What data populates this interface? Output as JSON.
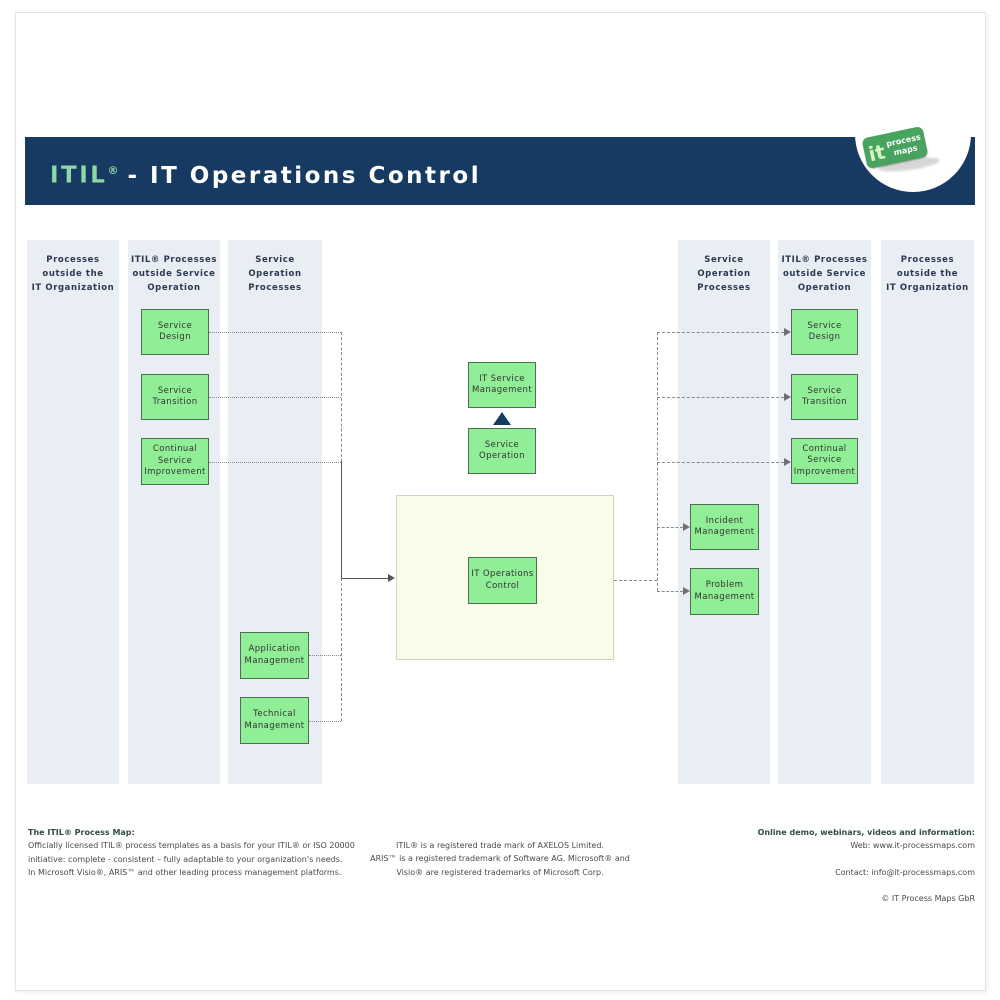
{
  "header": {
    "title_itil": "ITIL",
    "title_reg": "®",
    "title_rest": "- IT Operations Control",
    "bg_color": "#173a63",
    "itil_color": "#8fd8a8"
  },
  "logo": {
    "it": "it",
    "process_maps": "process\nmaps",
    "badge_color": "#47a35f"
  },
  "columns": [
    {
      "label": "Processes\noutside the\nIT Organization"
    },
    {
      "label": "ITIL® Processes\noutside Service\nOperation"
    },
    {
      "label": "Service\nOperation\nProcesses"
    },
    {
      "label": "Service\nOperation\nProcesses"
    },
    {
      "label": "ITIL® Processes\noutside Service\nOperation"
    },
    {
      "label": "Processes\noutside the\nIT Organization"
    }
  ],
  "nodes": {
    "service_design_left": "Service\nDesign",
    "service_transition_left": "Service\nTransition",
    "csi_left": "Continual\nService\nImprovement",
    "application_management": "Application\nManagement",
    "technical_management": "Technical\nManagement",
    "it_service_management": "IT Service\nManagement",
    "service_operation": "Service\nOperation",
    "it_operations_control": "IT Operations\nControl",
    "incident_management": "Incident\nManagement",
    "problem_management": "Problem\nManagement",
    "service_design_right": "Service\nDesign",
    "service_transition_right": "Service\nTransition",
    "csi_right": "Continual\nService\nImprovement"
  },
  "footer": {
    "left": {
      "heading": "The ITIL® Process Map:",
      "body": "Officially licensed ITIL® process templates as a basis for your ITIL® or ISO 20000\ninitiative: complete - consistent – fully adaptable to your organization's needs.\nIn Microsoft Visio®, ARIS™ and other leading process management platforms."
    },
    "center": {
      "body": "ITIL® is a registered trade mark of AXELOS Limited.\nARIS™ is a  registered trademark of Software AG. Microsoft® and\nVisio® are registered trademarks of Microsoft Corp."
    },
    "right": {
      "heading": "Online demo, webinars, videos and information:",
      "web": "Web: www.it-processmaps.com",
      "contact": "Contact: info@it-processmaps.com",
      "copyright": "© IT Process Maps GbR"
    }
  },
  "colors": {
    "column_bg": "#e9edf4",
    "node_green": "#90ee96",
    "node_border": "#4f6f55",
    "focus_area_bg": "#fbfbe9",
    "connector_gray": "#8a8a8a"
  }
}
